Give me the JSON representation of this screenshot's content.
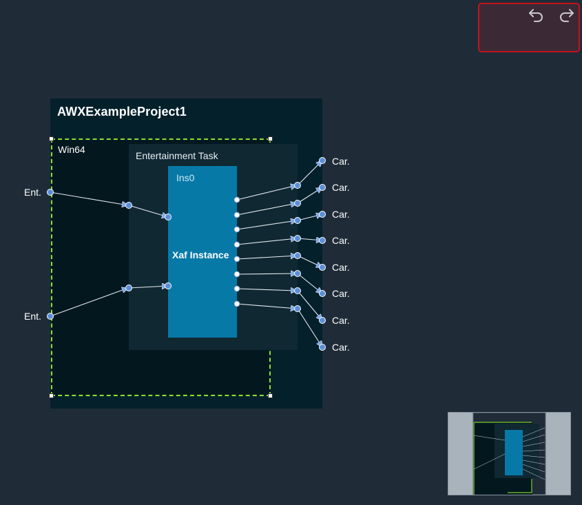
{
  "toolbar": {
    "undo_icon": "undo-icon",
    "redo_icon": "redo-icon",
    "border_color": "#c6121c"
  },
  "project": {
    "title": "AWXExampleProject1",
    "platform": "Win64",
    "task": "Entertainment Task",
    "instance_name": "Ins0",
    "instance_type": "Xaf Instance",
    "selection_color": "#8ae32c"
  },
  "ports": {
    "inputs": [
      "Ent.",
      "Ent."
    ],
    "outputs": [
      "Car.",
      "Car.",
      "Car.",
      "Car.",
      "Car.",
      "Car.",
      "Car.",
      "Car."
    ]
  },
  "colors": {
    "background": "#1f2c38",
    "instance": "#0779a7",
    "port": "#5b8fd8"
  }
}
